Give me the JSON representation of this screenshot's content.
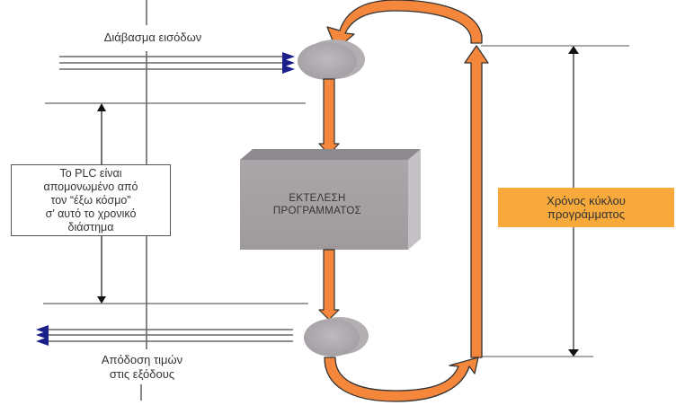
{
  "diagram": {
    "title": "PLC scan cycle",
    "labels": {
      "read_inputs": "Διάβασμα εισόδων",
      "write_outputs_line1": "Απόδοση τιμών",
      "write_outputs_line2": "στις εξόδους",
      "execute_line1": "ΕΚΤΕΛΕΣΗ",
      "execute_line2": "ΠΡΟΓΡΑΜΜΑΤΟΣ",
      "isolated_line1": "Το PLC είναι",
      "isolated_line2": "απομονωμένο από",
      "isolated_line3": "τον “έξω κόσμο”",
      "isolated_line4": "σ’ αυτό το χρονικό",
      "isolated_line5": "διάστημα",
      "cycle_time_line1": "Χρόνος κύκλου",
      "cycle_time_line2": "προγράμματος"
    },
    "colors": {
      "flow_arrow": "#f4873c",
      "flow_arrow_outline": "#333333",
      "signal_arrowhead": "#1a1f8c",
      "block_gray": "#a8a4a8",
      "cycle_box": "#f7a93c"
    }
  }
}
